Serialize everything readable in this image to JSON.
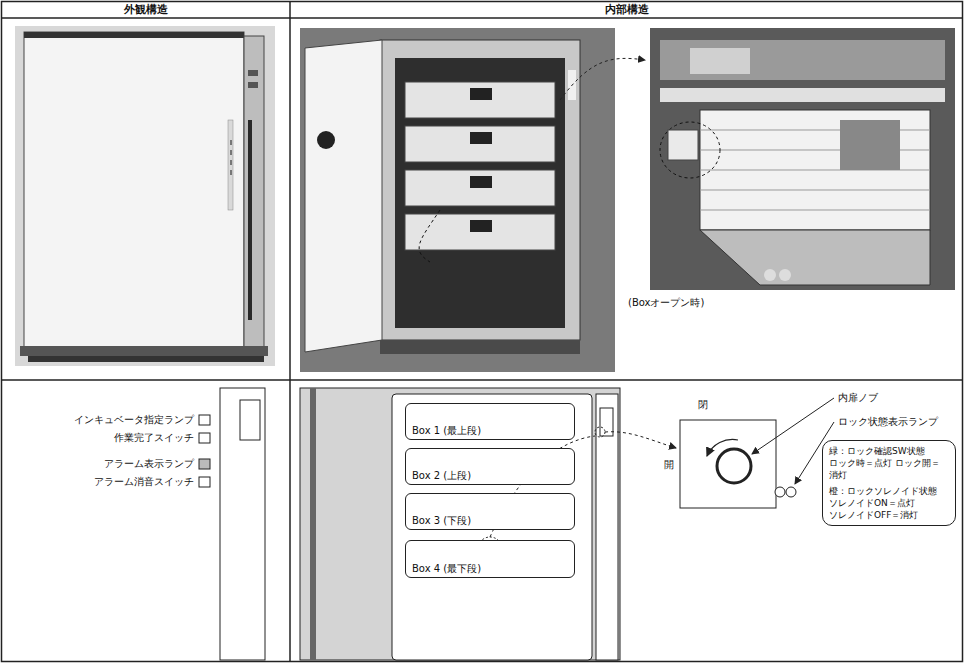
{
  "diagram": {
    "nodes": [
      {
        "text": [
          "Box 1 (最上段)"
        ]
      },
      {
        "text": [
          "Box 2 (上段)"
        ]
      },
      {
        "text": [
          "Box 3 (下段)"
        ]
      },
      {
        "text": [
          "Box 4 (最下段)"
        ]
      },
      {
        "text": [
          "緑：ロック確認SW状態 ロック時＝点灯 ロック開＝消灯",
          "橙：ロックソレノイド状態 ソレノイドON＝点灯 ソレノイドOFF＝消灯"
        ]
      }
    ],
    "labels": [
      "外観構造",
      "内部構造",
      "(Boxオープン時)",
      "インキュベータ指定ランプ",
      "作業完了スイッチ",
      "アラーム表示ランプ",
      "アラーム消音スイッチ",
      "閉",
      "開",
      "内扉ノブ",
      "ロック状態表示ランプ"
    ]
  }
}
